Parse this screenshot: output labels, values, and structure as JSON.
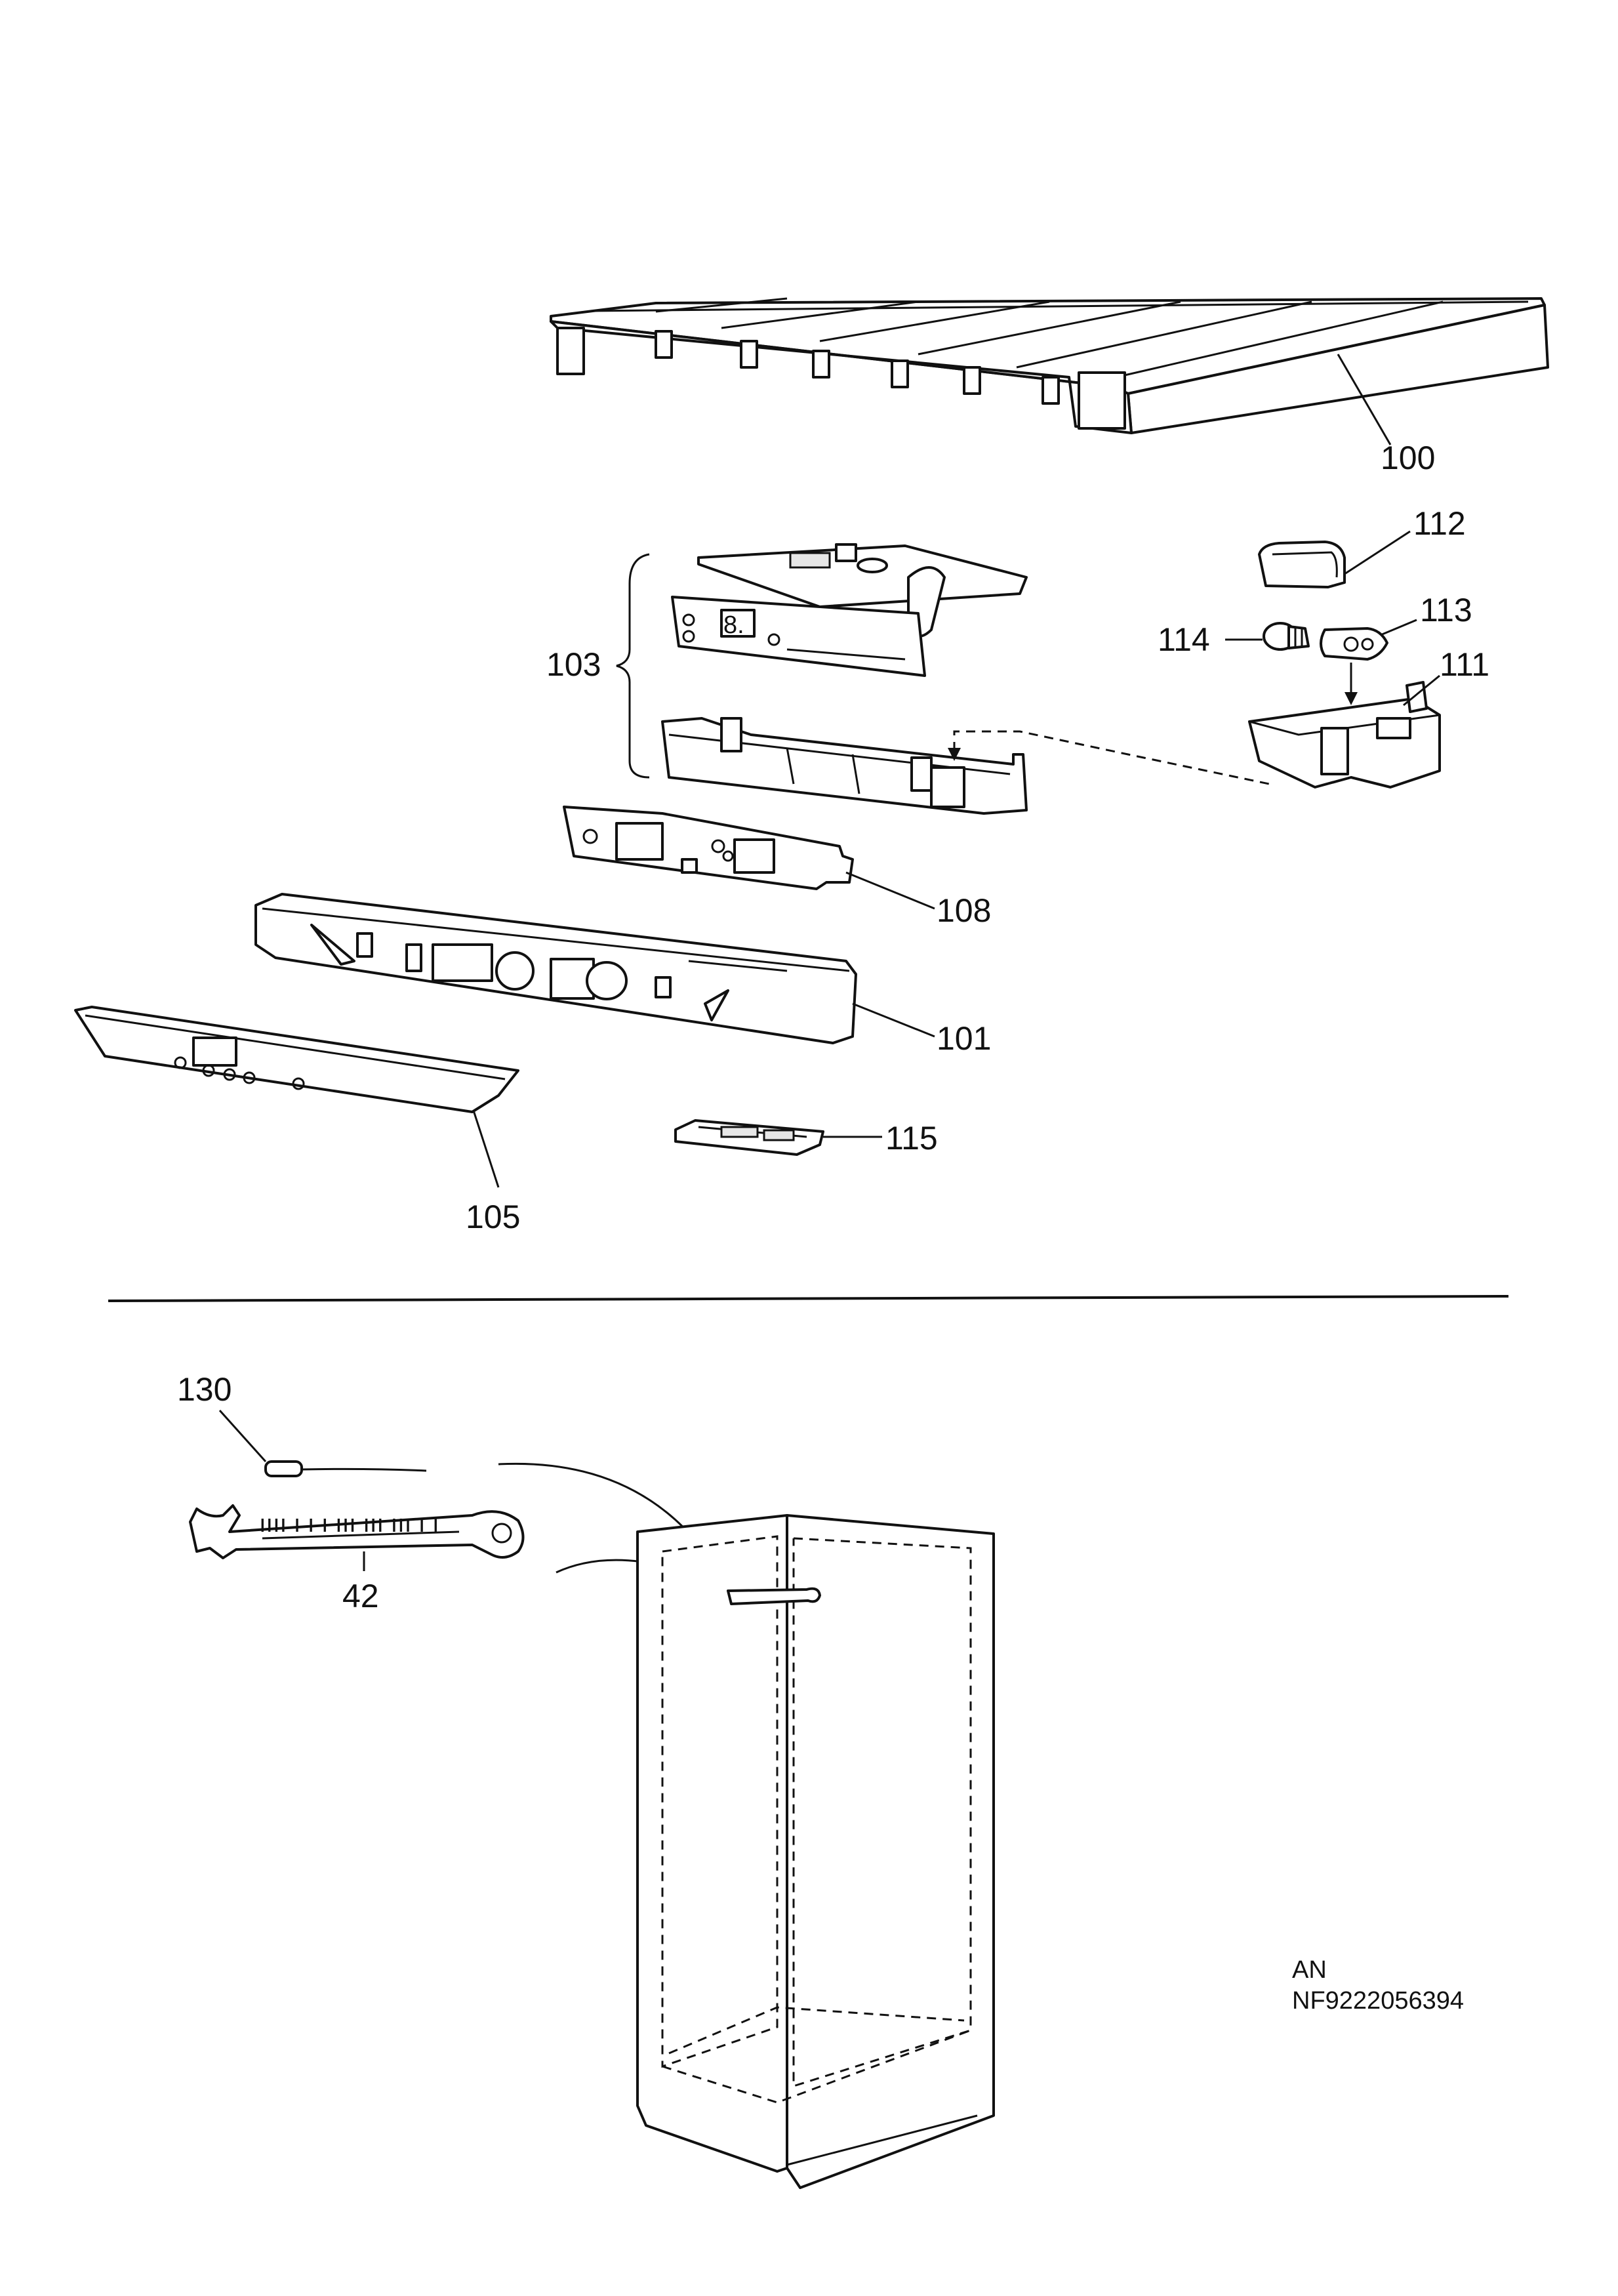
{
  "callouts": {
    "c100": "100",
    "c112": "112",
    "c113": "113",
    "c114": "114",
    "c111": "111",
    "c103": "103",
    "c108": "108",
    "c101": "101",
    "c105": "105",
    "c115": "115",
    "c130": "130",
    "c42": "42"
  },
  "reference": {
    "line1": "AN",
    "line2": "NF9222056394"
  }
}
